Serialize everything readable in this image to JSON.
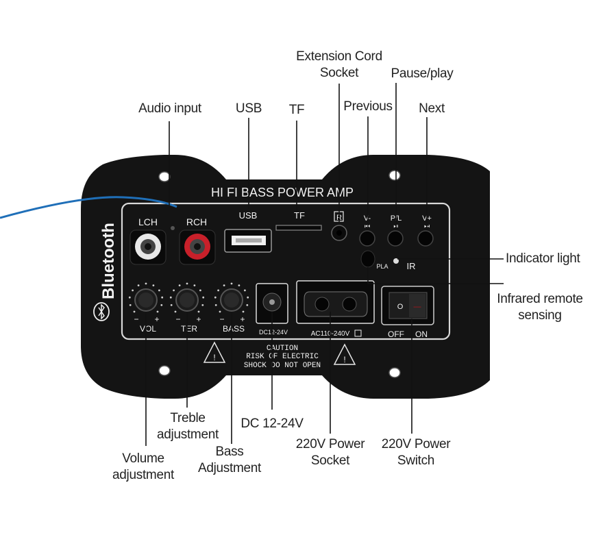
{
  "colors": {
    "plate": "#141414",
    "panel_border": "#d9d9d9",
    "lead_line": "#111111",
    "cable": "#1f6fb8",
    "rca_red": "#c8202a",
    "rca_white": "#e8e8e8",
    "switch_red": "#b3121b"
  },
  "panel": {
    "title": "HI FI BASS POWER AMP",
    "brand": "Bluetooth",
    "lch": "LCH",
    "rch": "RCH",
    "usb": "USB",
    "tf": "TF",
    "remote_symbol": "R",
    "vminus": "V-",
    "vminus_sym": "⏮",
    "pl": "P/L",
    "pl_sym": "⏯",
    "vplus": "V+",
    "vplus_sym": "⏭",
    "pla": "PLA",
    "ir": "IR",
    "vol": "VOL",
    "ter": "TER",
    "bass": "BASS",
    "minus": "−",
    "plus": "+",
    "dc": "DC12-24V",
    "ac": "AC110-240V",
    "off": "OFF",
    "on": "ON",
    "switch_o": "O",
    "switch_i": "—",
    "caution_1": "CAUTION",
    "caution_2": "RISK OF ELECTRIC",
    "caution_3": "SHOCK DO NOT OPEN",
    "warn_mark": "!"
  },
  "callouts": {
    "audio_input": "Audio input",
    "usb": "USB",
    "tf": "TF",
    "extension_1": "Extension Cord",
    "extension_2": "Socket",
    "previous": "Previous",
    "pause_play": "Pause/play",
    "next": "Next",
    "indicator": "Indicator light",
    "infrared_1": "Infrared remote",
    "infrared_2": "sensing",
    "treble_1": "Treble",
    "treble_2": "adjustment",
    "dc": "DC 12-24V",
    "volume_1": "Volume",
    "volume_2": "adjustment",
    "bass_1": "Bass",
    "bass_2": "Adjustment",
    "power_socket_1": "220V Power",
    "power_socket_2": "Socket",
    "power_switch_1": "220V Power",
    "power_switch_2": "Switch"
  }
}
